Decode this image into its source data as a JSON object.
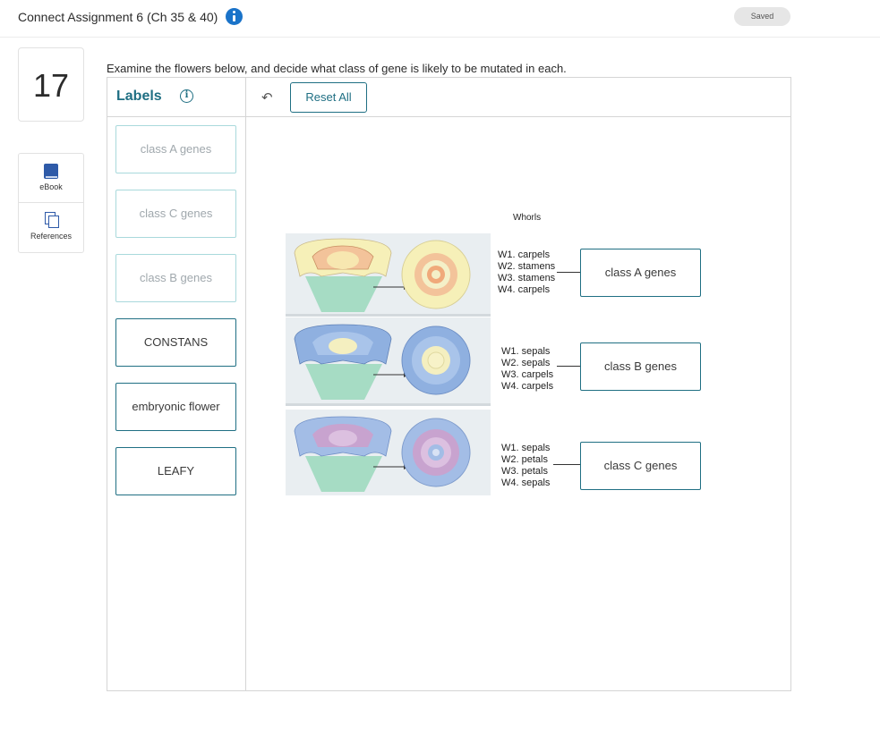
{
  "header": {
    "assignment_title": "Connect Assignment 6 (Ch 35 & 40)",
    "status": "Saved"
  },
  "question": {
    "number": "17",
    "prompt": "Examine the flowers below, and decide what class of gene is likely to be mutated in each."
  },
  "resources": [
    {
      "label": "eBook",
      "icon": "book-icon"
    },
    {
      "label": "References",
      "icon": "references-icon"
    }
  ],
  "labels_panel": {
    "title": "Labels",
    "info_glyph": "i",
    "chips": [
      {
        "text": "class A genes",
        "state": "used"
      },
      {
        "text": "class C genes",
        "state": "used"
      },
      {
        "text": "class B genes",
        "state": "used"
      },
      {
        "text": "CONSTANS",
        "state": "available"
      },
      {
        "text": "embryonic flower",
        "state": "available"
      },
      {
        "text": "LEAFY",
        "state": "available"
      }
    ]
  },
  "toolbar": {
    "undo_glyph": "↶",
    "reset_label": "Reset All"
  },
  "diagram": {
    "title": "Whorls",
    "rows": [
      {
        "whorls": [
          "W1. carpels",
          "W2. stamens",
          "W3. stamens",
          "W4. carpels"
        ],
        "answer": "class A genes",
        "colors": {
          "outer": "#f6f0b8",
          "ring2": "#f3c39a",
          "ring3": "#f4f0c8",
          "center": "#f0a97a"
        }
      },
      {
        "whorls": [
          "W1. sepals",
          "W2. sepals",
          "W3. carpels",
          "W4. carpels"
        ],
        "answer": "class B genes",
        "colors": {
          "outer": "#8fb0e0",
          "ring2": "#a9c4ea",
          "ring3": "#f4efc0",
          "center": "#f7f2c8"
        }
      },
      {
        "whorls": [
          "W1. sepals",
          "W2. petals",
          "W3. petals",
          "W4. sepals"
        ],
        "answer": "class C genes",
        "colors": {
          "outer": "#a3bde6",
          "ring2": "#c8a3cf",
          "ring3": "#dcc0e0",
          "center": "#a3bde6"
        }
      }
    ]
  },
  "colors": {
    "accent": "#1f6f83",
    "info_blue": "#1a73c9",
    "used_chip_border": "#a9d9dc",
    "stem_green": "#a6dcc4"
  }
}
